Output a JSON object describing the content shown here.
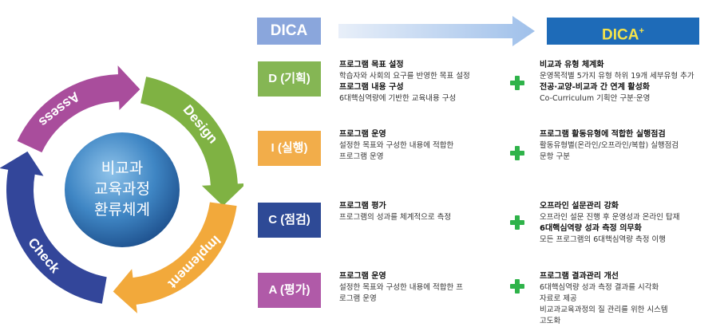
{
  "cycle": {
    "center_lines": [
      "비교과",
      "교육과정",
      "환류체계"
    ],
    "arrows": [
      {
        "label": "Assess",
        "color": "#a94d9c"
      },
      {
        "label": "Design",
        "color": "#7fb243"
      },
      {
        "label": "Implement",
        "color": "#f2a93b"
      },
      {
        "label": "Check",
        "color": "#33469a"
      }
    ]
  },
  "header": {
    "left_label": "DICA",
    "left_color": "#8aa6dc",
    "right_label": "DICA",
    "right_sup": "+",
    "right_color": "#1e6bb8",
    "right_text_color": "#f5e34a"
  },
  "phases": [
    {
      "label": "D (기획)",
      "color": "#85b654",
      "left": [
        {
          "title": "프로그램 목표 설정",
          "lines": [
            "학습자와 사회의 요구를 반영한 목표 설정"
          ]
        },
        {
          "title": "프로그램 내용 구성",
          "lines": [
            "6대핵심역량에 기반한 교육내용 구성"
          ]
        }
      ],
      "right": [
        {
          "title": "비교과 유형 체계화",
          "lines": [
            "운영목적별 5가지 유형 하위 19개 세부유형 추가"
          ]
        },
        {
          "title": "전공·교양-비교과 간 연계 활성화",
          "lines": [
            "Co-Curriculum 기획안 구분·운영"
          ]
        }
      ]
    },
    {
      "label": "I (실행)",
      "color": "#f2ad4a",
      "left": [
        {
          "title": "프로그램 운영",
          "lines": [
            "설정한 목표와 구성한 내용에 적합한",
            "프로그램 운영"
          ]
        }
      ],
      "right": [
        {
          "title": "프로그램 활동유형에 적합한 실행점검",
          "lines": [
            "활동유형별(온라인/오프라인/복합) 실행점검",
            "문항 구분"
          ]
        }
      ]
    },
    {
      "label": "C (점검)",
      "color": "#2e4a96",
      "left": [
        {
          "title": "프로그램 평가",
          "lines": [
            "프로그램의 성과를 체계적으로 측정"
          ]
        }
      ],
      "right": [
        {
          "title": "오프라인 설문관리 강화",
          "lines": [
            "오프라인 설문 진행 후 운영성과 온라인 탑재"
          ]
        },
        {
          "title": "6대핵심역량 성과 측정 의무화",
          "lines": [
            "모든 프로그램의 6대핵심역량 측정 이행"
          ]
        }
      ]
    },
    {
      "label": "A (평가)",
      "color": "#b05aa8",
      "left": [
        {
          "title": "프로그램 운영",
          "lines": [
            "설정한 목표와 구성한 내용에 적합한 프",
            "로그램 운영"
          ]
        }
      ],
      "right": [
        {
          "title": "프로그램 결과관리 개선",
          "lines": [
            "6대핵심역량 성과 측정 결과를 시각화",
            "자료로 제공",
            "비교과교육과정의 질 관리를 위한 시스템",
            "고도화"
          ]
        }
      ]
    }
  ],
  "plus_color": "#2fb34a"
}
